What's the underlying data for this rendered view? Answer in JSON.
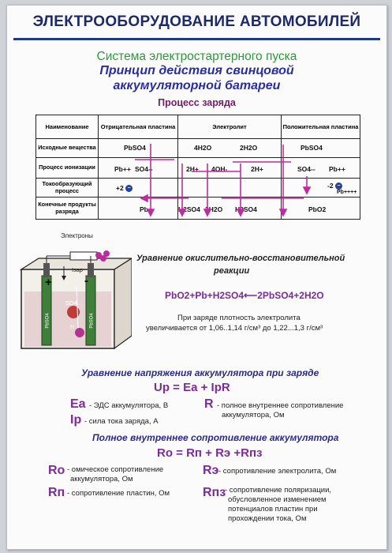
{
  "header": {
    "title": "ЭЛЕКТРООБОРУДОВАНИЕ АВТОМОБИЛЕЙ"
  },
  "subtitle": {
    "system": "Система электростартерного пуска",
    "line1": "Принцип действия свинцовой",
    "line2": "аккумуляторной батареи",
    "process": "Процесс заряда"
  },
  "table": {
    "head": {
      "name": "Наименование",
      "neg": "Отрицательная пластина",
      "elec": "Электролит",
      "pos": "Положительная пластина"
    },
    "rows": {
      "src": "Исходные вещества",
      "ion": "Процесс ионизации",
      "cur": "Токообразующий процесс",
      "fin": "Конечные продукты разряда"
    },
    "cells": {
      "pbso4_neg": "PbSO4",
      "h2o_a": "4H2O",
      "h2o_b": "2H2O",
      "pbso4_pos": "PbSO4",
      "pb2": "Pb++",
      "so4_a": "SO4--",
      "h2": "2H+",
      "oh": "4OH-",
      "h2b": "2H+",
      "so4_b": "SO4--",
      "pb2b": "Pb++",
      "plus2": "+2",
      "minus2": "-2",
      "pb4": "Pb++++",
      "pb": "Pb",
      "h2so4_a": "H2SO4",
      "h2o_c": "2H2O",
      "h2so4_b": "H2SO4",
      "pbo2": "PbO2"
    }
  },
  "battery": {
    "electrons": "Электроны",
    "izar": "Iзар",
    "plus": "+",
    "minus": "-",
    "so4": "SO4",
    "h": "H",
    "pbso4_l": "PbSO4",
    "pbso4_r": "PbSO4"
  },
  "redox": {
    "title_l1": "Уравнение окислительно-восстановительной",
    "title_l2": "реакции",
    "equation": "PbO2+Pb+H2SO4⟵2PbSO4+2H2O",
    "density_l1": "При заряде плотность электролита",
    "density_l2": "увеличивается от 1,06..1,14 г/см³ до 1,22...1,3 г/см³"
  },
  "voltage": {
    "title": "Уравнение напряжения аккумулятора при заряде",
    "formula": "Uр = Eа + IрR",
    "ea": "Eа",
    "ea_desc": "- ЭДС аккумулятора, В",
    "ip": "Iр",
    "ip_desc": "- сила тока заряда, А",
    "r": "R",
    "r_desc_1": "- полное внутреннее сопротивление",
    "r_desc_2": "аккумулятора, Ом"
  },
  "resist": {
    "title": "Полное внутреннее сопротивление аккумулятора",
    "formula": "Rо = Rп + Rэ +Rпз",
    "ro": "Rо",
    "ro_d1": "- омическое сопротивление",
    "ro_d2": "аккумулятора, Ом",
    "rp": "Rп",
    "rp_d": "- сопротивление пластин, Ом",
    "re": "Rэ",
    "re_d": "- сопротивление   электролита, Ом",
    "rpz": "Rпз",
    "rpz_d1": "- сопротивление поляризации,",
    "rpz_d2": "обусловленное изменением",
    "rpz_d3": "потенциалов пластин при",
    "rpz_d4": "прохождении тока, Ом"
  }
}
